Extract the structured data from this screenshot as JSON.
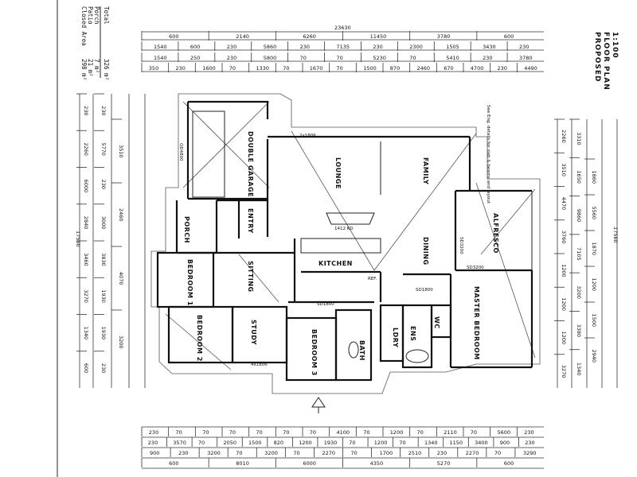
{
  "plan": {
    "title_line1": "PROPOSED",
    "title_line2": "FLOOR PLAN",
    "scale": "1:100"
  },
  "areas": [
    {
      "label": "Closed Area",
      "value": "298 m²"
    },
    {
      "label": "Patio",
      "value": "21 m²"
    },
    {
      "label": "Porch",
      "value": "7 m²"
    },
    {
      "label": "Total",
      "value": "326 m²"
    }
  ],
  "rooms": {
    "double_garage": "DOUBLE GARAGE",
    "lounge": "LOUNGE",
    "family": "FAMILY",
    "alfresco": "ALFRESCO",
    "entry": "ENTRY",
    "porch": "PORCH",
    "kitchen": "KITCHEN",
    "dining": "DINING",
    "sitting": "SITTING",
    "bedroom1": "BEDROOM 1",
    "bedroom2": "BEDROOM 2",
    "bedroom3": "BEDROOM 3",
    "study": "STUDY",
    "bath": "BATH",
    "ldry": "LDRY",
    "ens": "ENS",
    "wc": "WC",
    "master_bedroom": "MASTER BEDROOM"
  },
  "notes": {
    "slab": "See Eng. details for slab & beams and layout",
    "fireplace": "1412 KD",
    "ref": "REF.",
    "sd_kitchen": "SD1800",
    "sd_dining": "SD1800",
    "sd_master": "SD3200",
    "sd_alfresco": "SD3200",
    "garage_door": "OD4800",
    "window_2x1806": "2x1806",
    "window_4x1806": "4x1806"
  },
  "top_dims": {
    "overall": "23630",
    "row1": [
      "600",
      "2140",
      "6260",
      "11450",
      "3780",
      "600"
    ],
    "row2": [
      "1540",
      "600",
      "230",
      "5860",
      "230",
      "7135",
      "230",
      "2300",
      "1505",
      "3430",
      "230"
    ],
    "row3": [
      "1540",
      "250",
      "230",
      "5800",
      "70",
      "70",
      "5230",
      "70",
      "5410",
      "230",
      "3780"
    ],
    "row4": [
      "350",
      "230",
      "1600",
      "70",
      "1330",
      "70",
      "1670",
      "70",
      "1500",
      "870",
      "2460",
      "670",
      "4700",
      "230",
      "4490"
    ]
  },
  "bottom_dims": {
    "row1": [
      "230",
      "70",
      "70",
      "70",
      "70",
      "70",
      "70",
      "4100",
      "70",
      "1200",
      "70",
      "2110",
      "70",
      "5600",
      "230"
    ],
    "row2": [
      "230",
      "3570",
      "70",
      "2050",
      "1500",
      "820",
      "1200",
      "1930",
      "70",
      "1200",
      "70",
      "1340",
      "1150",
      "3400",
      "900",
      "230"
    ],
    "row3": [
      "900",
      "230",
      "3200",
      "70",
      "3200",
      "70",
      "2270",
      "70",
      "1700",
      "2510",
      "230",
      "2270",
      "70",
      "3290"
    ],
    "row4": [
      "600",
      "8010",
      "6000",
      "4350",
      "5270",
      "600"
    ]
  },
  "left_dims": {
    "overall": "17560",
    "col1": [
      "230",
      "2260",
      "6000",
      "2840",
      "3460",
      "3270",
      "1340",
      "600"
    ],
    "col2": [
      "230",
      "5770",
      "230",
      "3000",
      "3830",
      "1930",
      "1930",
      "230"
    ],
    "col3": [
      "3510",
      "2460",
      "4070",
      "3200"
    ]
  },
  "right_dims": {
    "overall": "17560",
    "col1": [
      "2260",
      "3510",
      "4470",
      "3760",
      "1200",
      "1200",
      "1200",
      "3270"
    ],
    "col2": [
      "3310",
      "1650",
      "9860",
      "7105",
      "3200",
      "3380",
      "1340"
    ],
    "col3": [
      "1860",
      "5560",
      "1870",
      "1200",
      "1500",
      "2940"
    ]
  }
}
